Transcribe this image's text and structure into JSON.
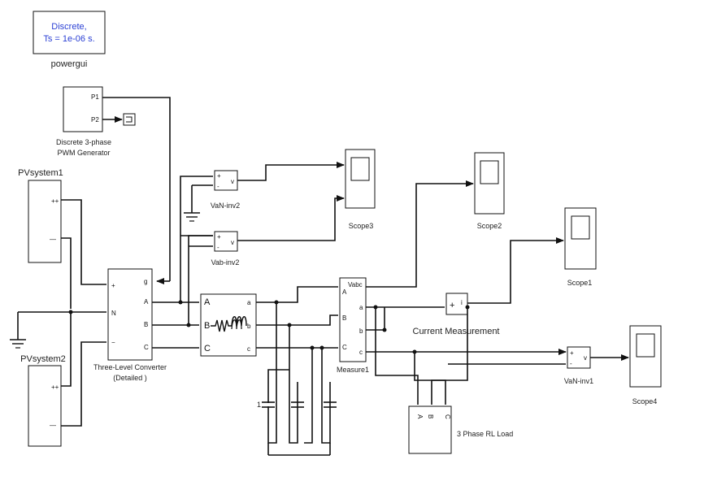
{
  "blocks": {
    "powergui": {
      "line1": "Discrete,",
      "line2": "Ts = 1e-06 s.",
      "label": "powergui",
      "text_color": "#2a3fd4"
    },
    "pwm": {
      "port1": "P1",
      "port2": "P2",
      "label1": "Discrete 3-phase",
      "label2": "PWM Generator"
    },
    "pv1": {
      "label": "PVsystem1",
      "plus": "++",
      "minus": "—"
    },
    "pv2": {
      "label": "PVsystem2",
      "plus": "++",
      "minus": "—"
    },
    "converter": {
      "label1": "Three-Level Converter",
      "label2": "(Detailed )",
      "in_plus": "+",
      "in_n": "N",
      "in_minus": "−",
      "out_g": "g",
      "out_a": "A",
      "out_b": "B",
      "out_c": "C"
    },
    "filter": {
      "a_in": "A",
      "b_in": "B",
      "c_in": "C",
      "a_out": "a",
      "b_out": "b",
      "c_out": "c"
    },
    "vm_van_inv2": {
      "label": "VaN-inv2",
      "plus": "+",
      "minus": "-",
      "out": "v"
    },
    "vm_vab_inv2": {
      "label": "Vab-inv2",
      "plus": "+",
      "minus": "-",
      "out": "v"
    },
    "vm_van_inv1": {
      "label": "VaN-inv1",
      "plus": "+",
      "minus": "-",
      "out": "v"
    },
    "measure": {
      "label": "Measure1",
      "vabc": "Vabc",
      "in_a": "A",
      "in_b": "B",
      "in_c": "C",
      "out_a": "a",
      "out_b": "b",
      "out_c": "c"
    },
    "current": {
      "label": "Current Measurement",
      "plus": "+",
      "out": "i"
    },
    "load": {
      "label": "3 Phase RL Load",
      "ports": [
        "A",
        "B",
        "C"
      ]
    },
    "capacitors": {
      "label": "1"
    },
    "scopes": [
      "Scope3",
      "Scope2",
      "Scope1",
      "Scope4"
    ]
  }
}
